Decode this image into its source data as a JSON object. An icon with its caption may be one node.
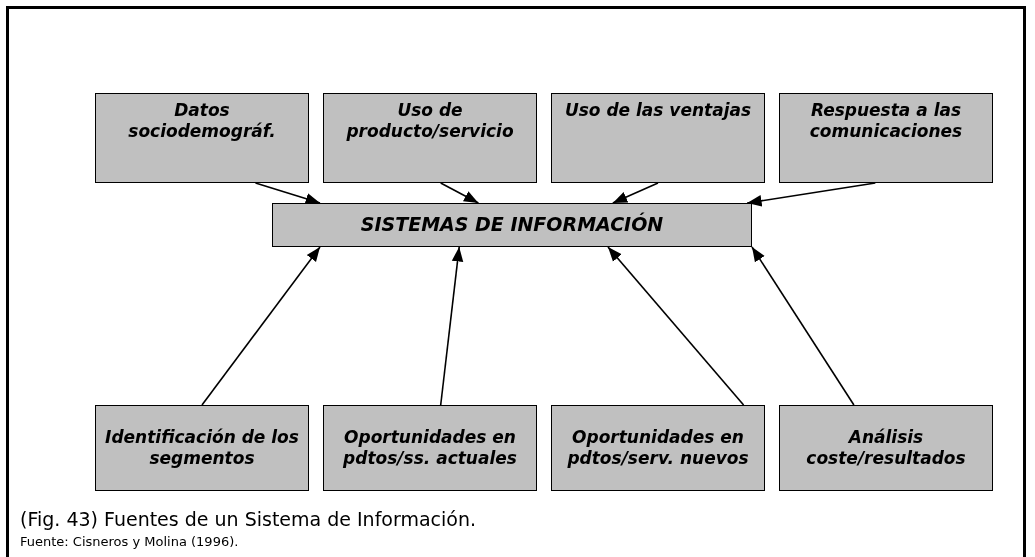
{
  "diagram": {
    "caption": "(Fig. 43) Fuentes de un Sistema de Información.",
    "nodes": [
      {
        "text": [
          "Datos sociodemográf."
        ]
      },
      {
        "text": [
          "Uso de producto/servicio"
        ]
      },
      {
        "text": [
          "Uso de las ventajas"
        ]
      },
      {
        "text": [
          "Respuesta a las comunicaciones"
        ]
      },
      {
        "text": [
          "SISTEMAS DE INFORMACIÓN"
        ]
      },
      {
        "text": [
          "Identificación de los segmentos"
        ]
      },
      {
        "text": [
          "Oportunidades en pdtos/ss. actuales"
        ]
      },
      {
        "text": [
          "Oportunidades en pdtos/serv. nuevos"
        ]
      },
      {
        "text": [
          "Análisis coste/resultados"
        ]
      }
    ],
    "edges": [
      {
        "from": 0,
        "to": 4,
        "arrow": "to"
      },
      {
        "from": 1,
        "to": 4,
        "arrow": "to"
      },
      {
        "from": 2,
        "to": 4,
        "arrow": "to"
      },
      {
        "from": 3,
        "to": 4,
        "arrow": "to"
      },
      {
        "from": 5,
        "to": 4,
        "arrow": "to"
      },
      {
        "from": 6,
        "to": 4,
        "arrow": "to"
      },
      {
        "from": 7,
        "to": 4,
        "arrow": "to"
      },
      {
        "from": 8,
        "to": 4,
        "arrow": "to"
      }
    ],
    "labels": [
      "Fuente: Cisneros y Molina (1996)."
    ]
  }
}
